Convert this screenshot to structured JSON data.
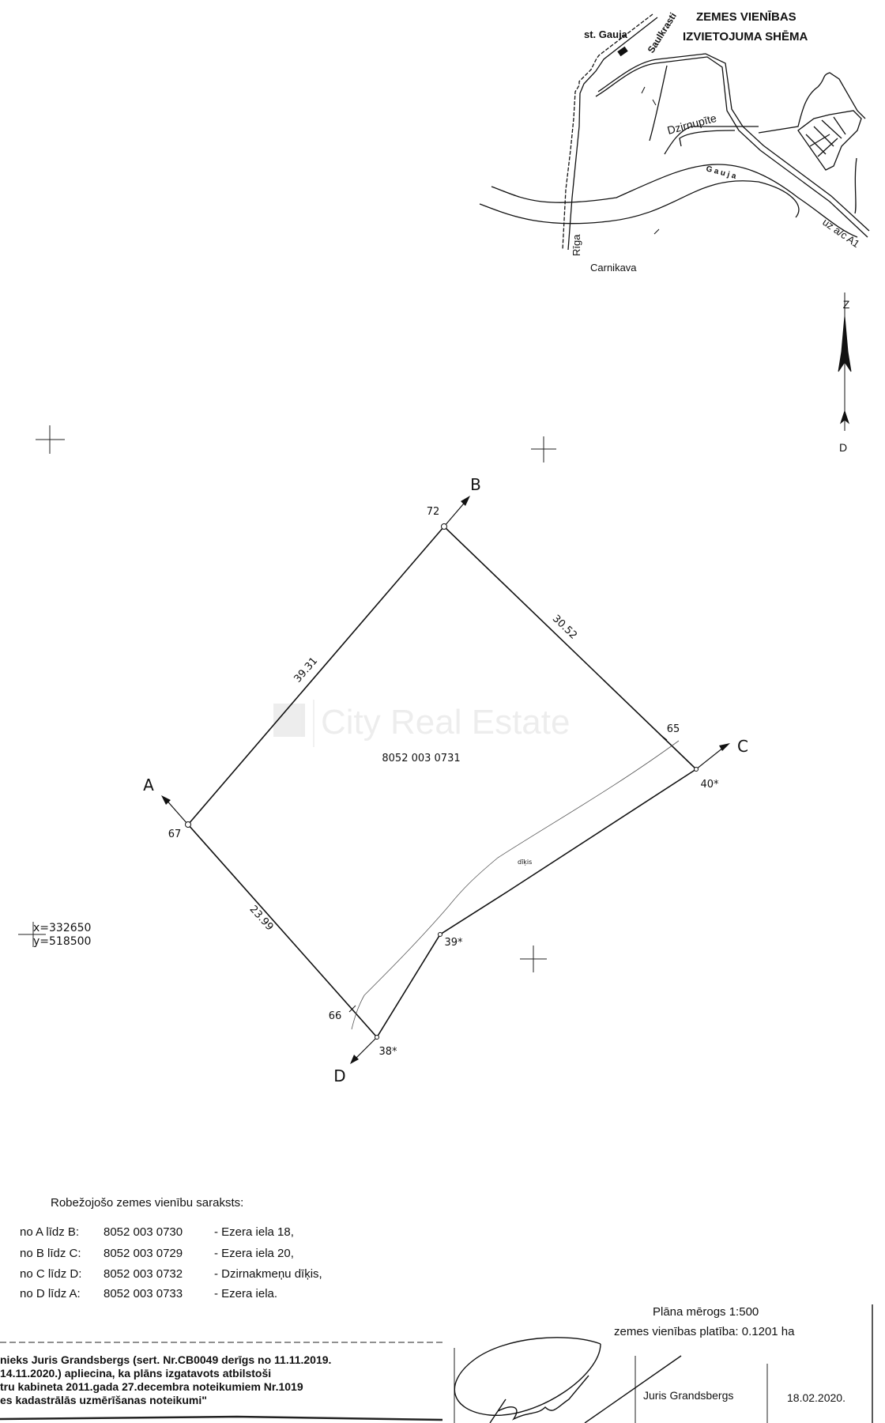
{
  "location_scheme": {
    "title_line1": "ZEMES VIENĪBAS",
    "title_line2": "IZVIETOJUMA SHĒMA",
    "station": "st. Gauja",
    "road_saulkrasti": "Saulkrasti",
    "stream": "Dzirnupīte",
    "river": "G a u j a",
    "road_a1": "uz a/c A1",
    "road_riga": "Rīga",
    "town": "Carnikava"
  },
  "north_arrow": {
    "north": "Z",
    "south": "D"
  },
  "parcel": {
    "cadastral_number": "8052 003 0731",
    "watermark": "City Real Estate",
    "points": {
      "A": "A",
      "B": "B",
      "C": "C",
      "D": "D"
    },
    "vertices": {
      "p67": "67",
      "p72": "72",
      "p65": "65",
      "p40": "40*",
      "p39": "39*",
      "p38": "38*",
      "p66": "66"
    },
    "edges": {
      "ab": "39.31",
      "bc": "30.52",
      "ad": "23.99"
    },
    "pond_label": "dīķis"
  },
  "grid_reference": {
    "x": "x=332650",
    "y": "y=518500"
  },
  "neighbours": {
    "heading": "Robežojošo zemes vienību saraksts:",
    "rows": [
      {
        "segment": "no A līdz B:",
        "cadastre": "8052 003 0730",
        "name": "- Ezera iela 18,"
      },
      {
        "segment": "no B līdz C:",
        "cadastre": "8052 003 0729",
        "name": "- Ezera iela 20,"
      },
      {
        "segment": "no C līdz D:",
        "cadastre": "8052 003 0732",
        "name": "- Dzirnakmeņu dīķis,"
      },
      {
        "segment": "no D līdz A:",
        "cadastre": "8052 003 0733",
        "name": "- Ezera iela."
      }
    ]
  },
  "scale": {
    "scale_text": "Plāna mērogs 1:500",
    "area_text": "zemes vienības platība: 0.1201 ha"
  },
  "certification": {
    "line1": "nieks Juris Grandsbergs (sert. Nr.CB0049 derīgs no 11.11.2019.",
    "line2": "14.11.2020.) apliecina, ka plāns izgatavots atbilstoši",
    "line3": "tru kabineta 2011.gada 27.decembra noteikumiem Nr.1019",
    "line4": "es kadastrālās uzmērīšanas noteikumi\"",
    "surveyor_name": "Juris Grandsbergs",
    "date": "18.02.2020."
  }
}
